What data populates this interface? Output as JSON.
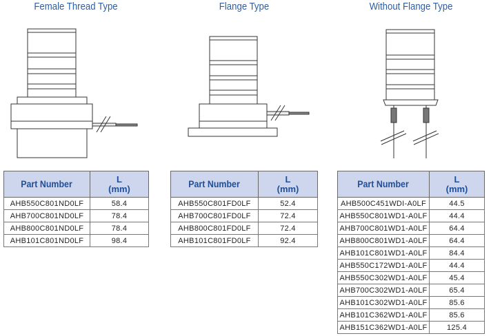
{
  "sections": [
    {
      "title": "Female Thread Type",
      "headers": {
        "part": "Part Number",
        "l": "L",
        "unit": "(mm)"
      },
      "rows": [
        {
          "part": "AHB550C801ND0LF",
          "l": "58.4"
        },
        {
          "part": "AHB700C801ND0LF",
          "l": "78.4"
        },
        {
          "part": "AHB800C801ND0LF",
          "l": "78.4"
        },
        {
          "part": "AHB101C801ND0LF",
          "l": "98.4"
        }
      ]
    },
    {
      "title": "Flange Type",
      "headers": {
        "part": "Part Number",
        "l": "L",
        "unit": "(mm)"
      },
      "rows": [
        {
          "part": "AHB550C801FD0LF",
          "l": "52.4"
        },
        {
          "part": "AHB700C801FD0LF",
          "l": "72.4"
        },
        {
          "part": "AHB800C801FD0LF",
          "l": "72.4"
        },
        {
          "part": "AHB101C801FD0LF",
          "l": "92.4"
        }
      ]
    },
    {
      "title": "Without Flange Type",
      "headers": {
        "part": "Part Number",
        "l": "L",
        "unit": "(mm)"
      },
      "rows": [
        {
          "part": "AHB500C451WDI-A0LF",
          "l": "44.5"
        },
        {
          "part": "AHB550C801WD1-A0LF",
          "l": "44.4"
        },
        {
          "part": "AHB700C801WD1-A0LF",
          "l": "64.4"
        },
        {
          "part": "AHB800C801WD1-A0LF",
          "l": "64.4"
        },
        {
          "part": "AHB101C801WD1-A0LF",
          "l": "84.4"
        },
        {
          "part": "AHB550C172WD1-A0LF",
          "l": "44.4"
        },
        {
          "part": "AHB550C302WD1-A0LF",
          "l": "45.4"
        },
        {
          "part": "AHB700C302WD1-A0LF",
          "l": "65.4"
        },
        {
          "part": "AHB101C302WD1-A0LF",
          "l": "85.6"
        },
        {
          "part": "AHB101C362WD1-A0LF",
          "l": "85.6"
        },
        {
          "part": "AHB151C362WD1-A0LF",
          "l": "125.4"
        }
      ]
    }
  ],
  "colors": {
    "title": "#2b5ea7",
    "header_bg": "#cdd6ec",
    "header_text": "#1f4e9a"
  }
}
